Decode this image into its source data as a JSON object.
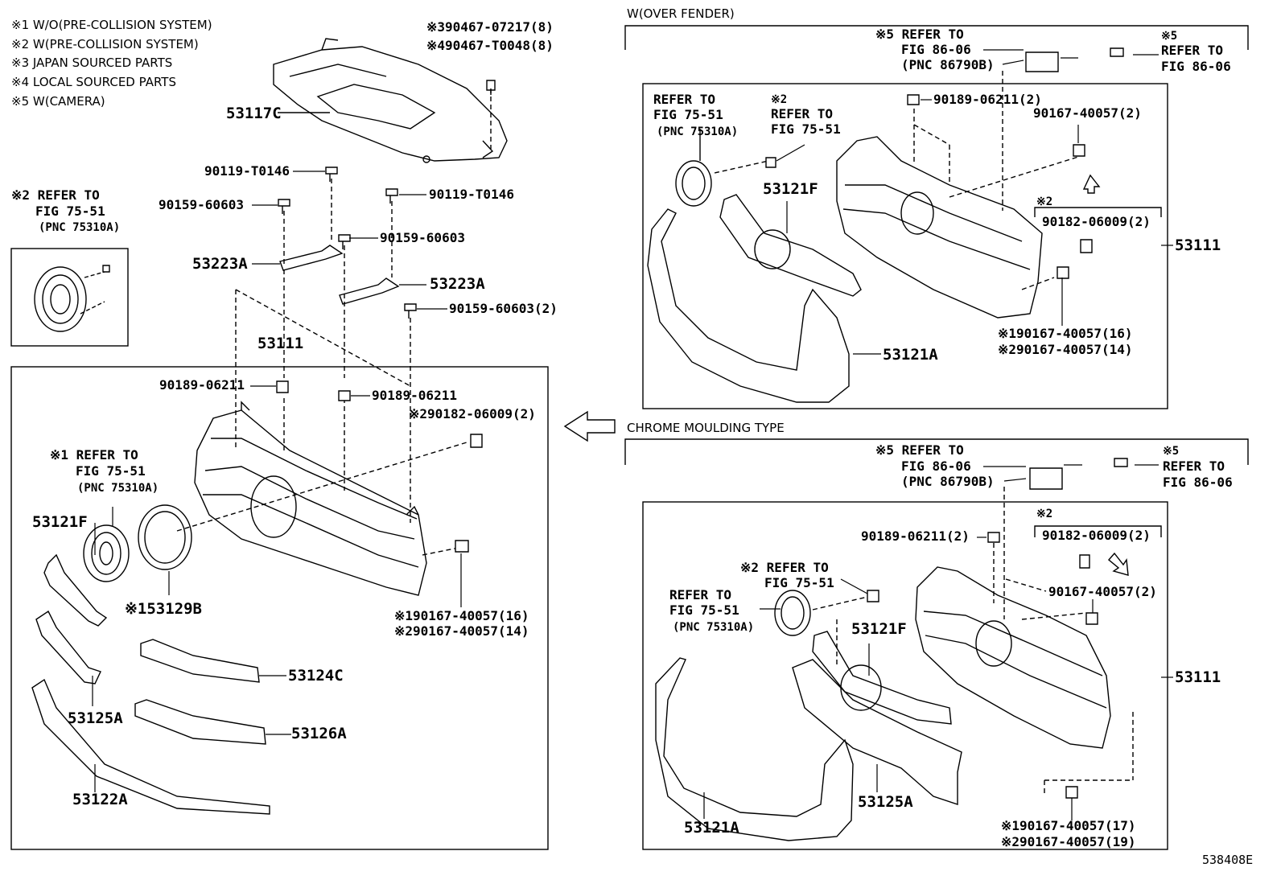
{
  "figure_id": "538408E",
  "legend": [
    "※1 W/O(PRE-COLLISION SYSTEM)",
    "※2 W(PRE-COLLISION SYSTEM)",
    "※3 JAPAN SOURCED PARTS",
    "※4 LOCAL SOURCED PARTS",
    "※5 W(CAMERA)"
  ],
  "sections": {
    "over_fender": "W(OVER FENDER)",
    "chrome": "CHROME MOULDING TYPE"
  },
  "left": {
    "clip_a": "※390467-07217(8)",
    "clip_b": "※490467-T0048(8)",
    "cover": "53117C",
    "bolt_1": "90119-T0146",
    "bolt_2": "90119-T0146",
    "screw_1": "90159-60603",
    "screw_2": "90159-60603",
    "screw_3": "90159-60603(2)",
    "bracket_1": "53223A",
    "bracket_2": "53223A",
    "grille_label": "53111",
    "nut_1": "90189-06211",
    "nut_2": "90189-06211",
    "nut_3": "※290182-06009(2)",
    "ref_emblem": [
      "※2 REFER TO",
      "FIG 75-51",
      "(PNC 75310A)"
    ],
    "ref_emblem_2": [
      "※1 REFER TO",
      "FIG 75-51",
      "(PNC 75310A)"
    ],
    "moulding_f": "53121F",
    "ring": "※153129B",
    "fastener_1": "※190167-40057(16)",
    "fastener_2": "※290167-40057(14)",
    "moulding_c": "53124C",
    "moulding_a": "53125A",
    "moulding_126": "53126A",
    "moulding_122": "53122A"
  },
  "upper_right": {
    "cam_ref": [
      "※5 REFER TO",
      "FIG 86-06",
      "(PNC 86790B)"
    ],
    "cam_ref_2": [
      "※5",
      "REFER TO",
      "FIG 86-06"
    ],
    "emblem_ref": [
      "REFER TO",
      "FIG 75-51",
      "(PNC 75310A)"
    ],
    "emblem_ref_2": [
      "※2",
      "REFER TO",
      "FIG 75-51"
    ],
    "nut": "90189-06211(2)",
    "fastener": "90167-40057(2)",
    "moulding_f": "53121F",
    "note_2": "※2",
    "clip": "90182-06009(2)",
    "grille": "53111",
    "fastener_1": "※190167-40057(16)",
    "fastener_2": "※290167-40057(14)",
    "moulding_a": "53121A"
  },
  "lower_right": {
    "cam_ref": [
      "※5 REFER TO",
      "FIG 86-06",
      "(PNC 86790B)"
    ],
    "cam_ref_2": [
      "※5",
      "REFER TO",
      "FIG 86-06"
    ],
    "note_2": "※2",
    "clip": "90182-06009(2)",
    "nut": "90189-06211(2)",
    "emblem_ref_2": [
      "※2 REFER TO",
      "FIG 75-51"
    ],
    "emblem_ref": [
      "REFER TO",
      "FIG 75-51",
      "(PNC 75310A)"
    ],
    "fastener": "90167-40057(2)",
    "moulding_f": "53121F",
    "grille": "53111",
    "moulding_125": "53125A",
    "moulding_a": "53121A",
    "fastener_1": "※190167-40057(17)",
    "fastener_2": "※290167-40057(19)"
  }
}
